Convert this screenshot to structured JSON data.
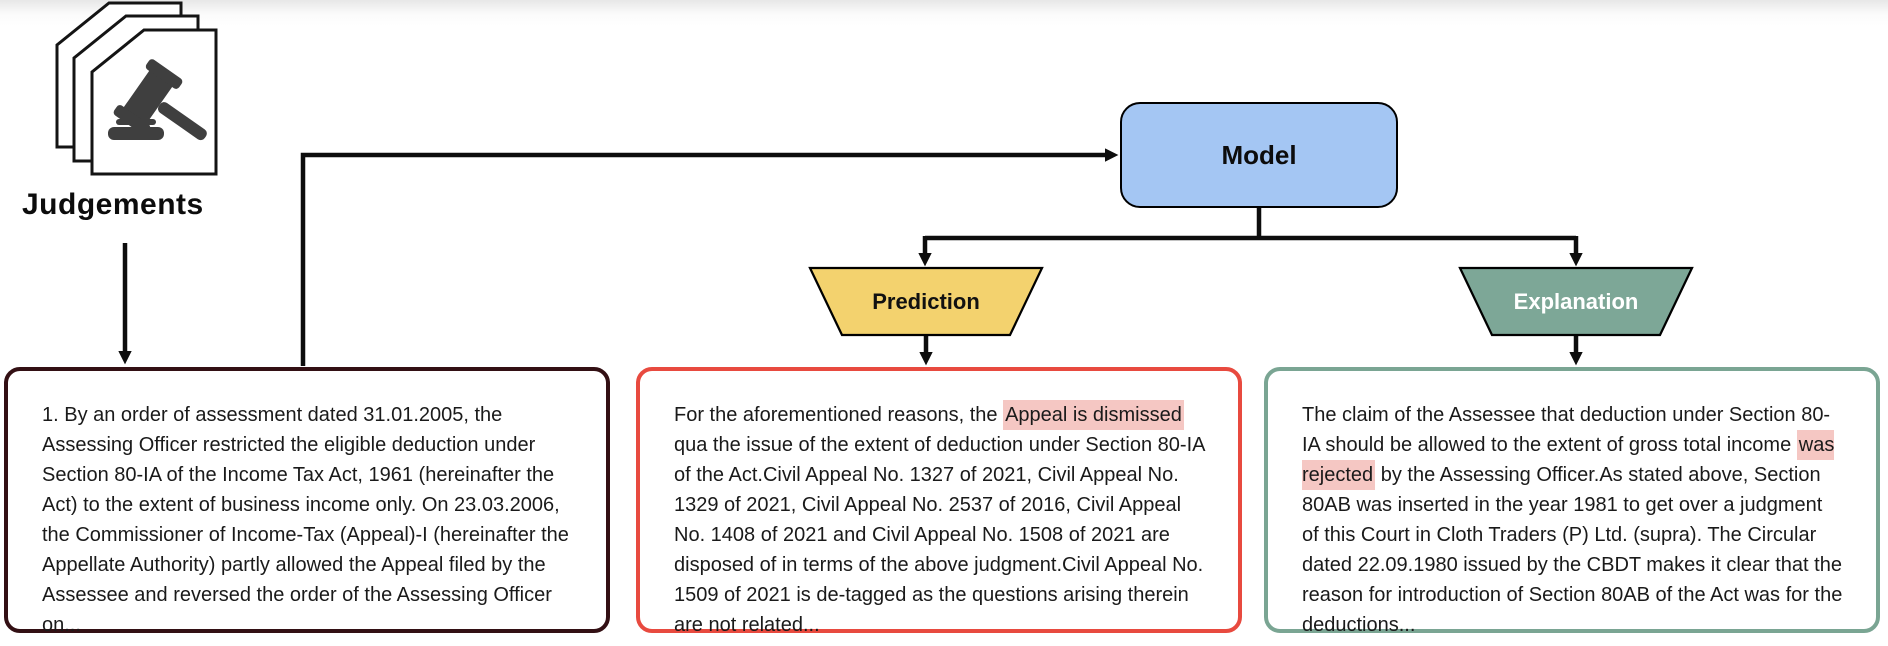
{
  "nodes": {
    "source": {
      "label": "Judgements",
      "icon": "judgement-documents-gavel-icon"
    },
    "model": {
      "label": "Model"
    },
    "prediction": {
      "label": "Prediction"
    },
    "explanation": {
      "label": "Explanation"
    }
  },
  "boxes": {
    "judgement": {
      "text_before": "1. By an order of assessment dated 31.01.2005, the Assessing Officer restricted the eligible deduction under Section 80-IA of the Income Tax Act, 1961 (hereinafter the Act) to the extent of business income only. On 23.03.2006, the Commissioner of Income-Tax (Appeal)-I (hereinafter the Appellate Authority) partly allowed the Appeal filed by the Assessee and reversed the order of the Assessing Officer on...",
      "highlight": "",
      "text_after": ""
    },
    "prediction": {
      "text_before": "For the aforementioned reasons, the ",
      "highlight": "Appeal is dismissed",
      "text_after": " qua the issue of the extent of deduction under Section 80-IA of the Act.Civil Appeal No. 1327 of 2021, Civil Appeal No. 1329 of 2021, Civil Appeal No. 2537 of 2016, Civil Appeal No. 1408 of 2021 and Civil Appeal No. 1508 of 2021 are disposed of in terms of the above judgment.Civil Appeal No. 1509 of 2021 is de-tagged as the questions arising therein are not related..."
    },
    "explanation": {
      "text_before": "The claim of the Assessee that deduction under Section 80-IA should be allowed to the extent of gross total income ",
      "highlight": "was rejected",
      "text_after": " by the Assessing Officer.As stated above, Section 80AB was inserted in the year 1981 to get over a judgment of this Court in Cloth Traders (P) Ltd. (supra). The Circular dated 22.09.1980 issued by the CBDT makes it clear that the reason for introduction of Section 80AB of the Act was for the deductions..."
    }
  },
  "colors": {
    "model_fill": "#a4c6f3",
    "prediction_fill": "#f3d26e",
    "explanation_fill": "#7da797",
    "judgement_border": "#331014",
    "prediction_border": "#e84a3f",
    "explanation_border": "#7aa593",
    "highlight": "#f5c7c3",
    "line": "#0d0d0d"
  }
}
